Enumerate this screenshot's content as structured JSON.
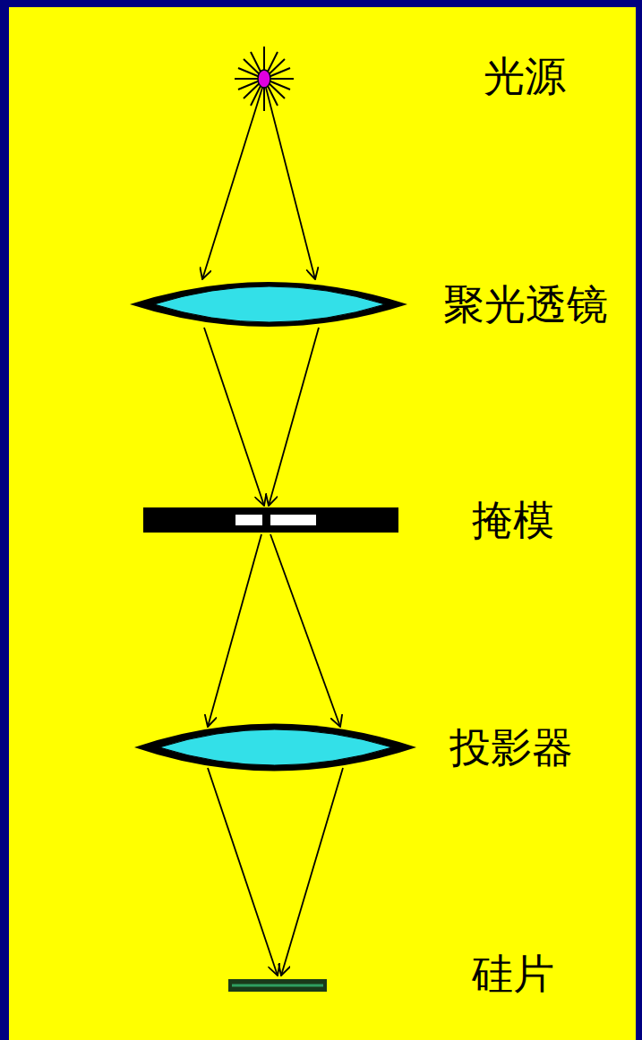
{
  "diagram": {
    "labels": [
      "光源",
      "聚光透镜",
      "掩模",
      "投影器",
      "硅片"
    ]
  }
}
